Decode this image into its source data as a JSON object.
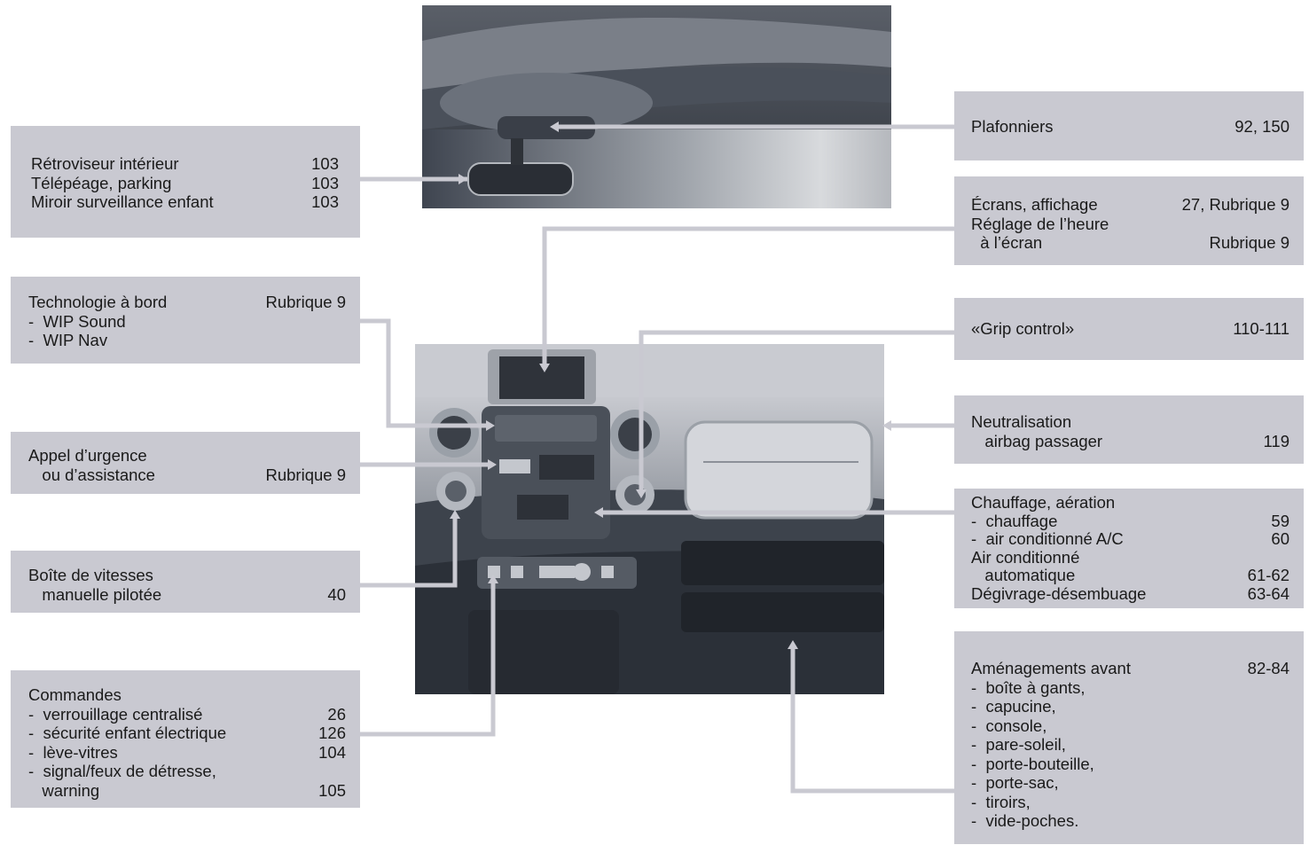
{
  "left_boxes": {
    "retro": {
      "rows": [
        {
          "label": "Rétroviseur intérieur",
          "page": "103"
        },
        {
          "label": "Télépéage, parking",
          "page": "103"
        },
        {
          "label": "Miroir surveillance enfant",
          "page": "103"
        }
      ]
    },
    "techno": {
      "title": "Technologie à bord",
      "title_page": "Rubrique 9",
      "items": [
        "-  WIP Sound",
        "-  WIP Nav"
      ]
    },
    "appel": {
      "line1": "Appel d’urgence",
      "line2": "   ou d’assistance",
      "page": "Rubrique 9"
    },
    "boite": {
      "line1": "Boîte de vitesses",
      "line2": "   manuelle pilotée",
      "page": "40"
    },
    "commandes": {
      "title": "Commandes",
      "items": [
        {
          "label": "-  verrouillage centralisé",
          "page": "26"
        },
        {
          "label": "-  sécurité enfant électrique",
          "page": "126"
        },
        {
          "label": "-  lève-vitres",
          "page": "104"
        },
        {
          "label": "-  signal/feux de détresse,",
          "page": ""
        },
        {
          "label": "   warning",
          "page": "105"
        }
      ]
    }
  },
  "right_boxes": {
    "plafonniers": {
      "label": "Plafonniers",
      "page": "92, 150"
    },
    "ecrans": {
      "rows": [
        {
          "label": "Écrans, affichage",
          "page": "27, Rubrique 9"
        },
        {
          "label": "Réglage de l’heure",
          "page": ""
        },
        {
          "label": "  à l’écran",
          "page": "Rubrique 9"
        }
      ]
    },
    "grip": {
      "label": "«Grip control»",
      "page": "110-111"
    },
    "neutral": {
      "line1": "Neutralisation",
      "line2": "   airbag passager",
      "page": "119"
    },
    "chauffage": {
      "rows": [
        {
          "label": "Chauffage, aération",
          "page": ""
        },
        {
          "label": "-  chauffage",
          "page": "59"
        },
        {
          "label": "-  air conditionné A/C",
          "page": "60"
        },
        {
          "label": "Air conditionné",
          "page": ""
        },
        {
          "label": "   automatique",
          "page": "61-62"
        },
        {
          "label": "Dégivrage-désembuage",
          "page": "63-64"
        }
      ]
    },
    "amenagements": {
      "title": "Aménagements avant",
      "title_page": "82-84",
      "items": [
        "-  boîte à gants,",
        "-  capucine,",
        "-  console,",
        "-  pare-soleil,",
        "-  porte-bouteille,",
        "-  porte-sac,",
        "-  tiroirs,",
        "-  vide-poches."
      ]
    }
  },
  "colors": {
    "box_bg": "#c9c9d1",
    "leader_line": "#c9c9d1",
    "text": "#1a1a1a"
  }
}
